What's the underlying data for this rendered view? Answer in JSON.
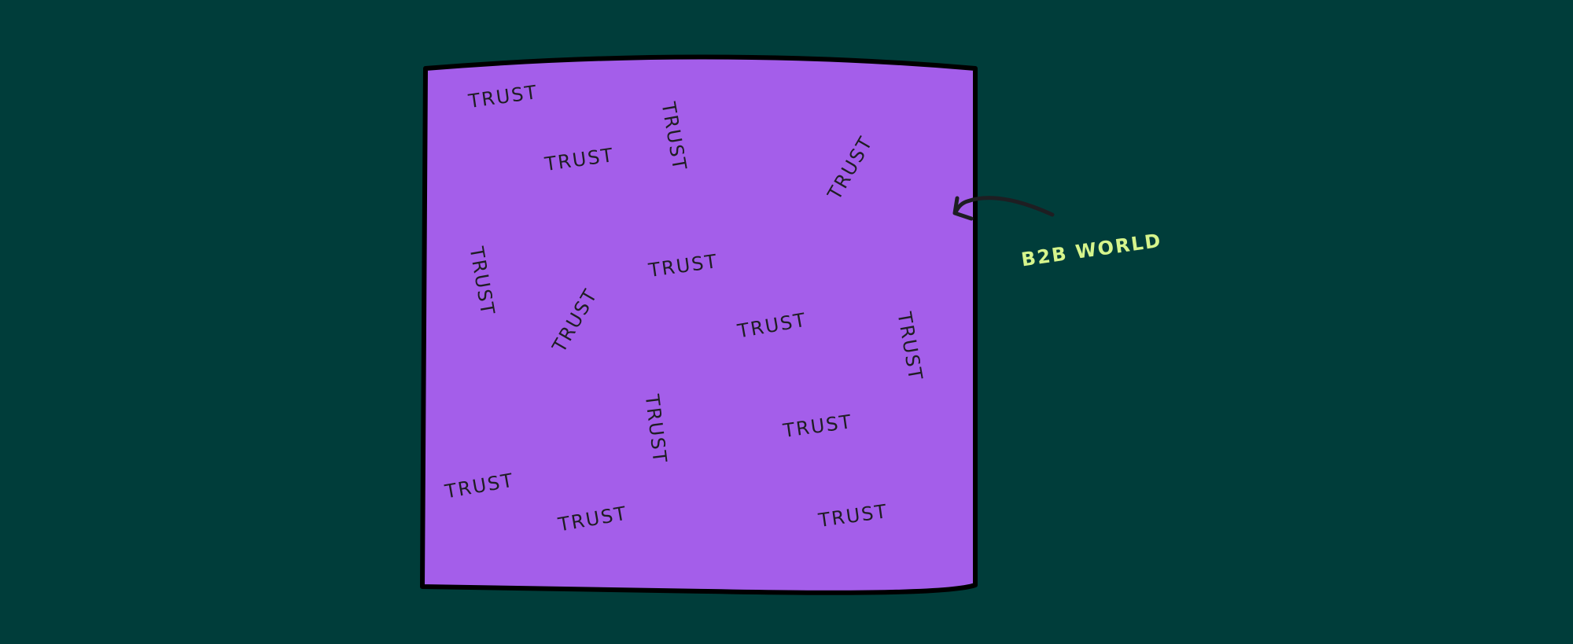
{
  "colors": {
    "background": "#003d3a",
    "box_fill": "#a45eea",
    "box_stroke": "#000000",
    "word_color": "#1e1e22",
    "label_color": "#d6f58c"
  },
  "box": {
    "words": [
      "TRUST",
      "TRUST",
      "TRUST",
      "TRUST",
      "TRUST",
      "TRUST",
      "TRUST",
      "TRUST",
      "TRUST",
      "TRUST",
      "TRUST",
      "TRUST",
      "TRUST",
      "TRUST"
    ]
  },
  "annotation": {
    "label": "B2B WORLD",
    "icon": "curved-arrow-icon"
  }
}
